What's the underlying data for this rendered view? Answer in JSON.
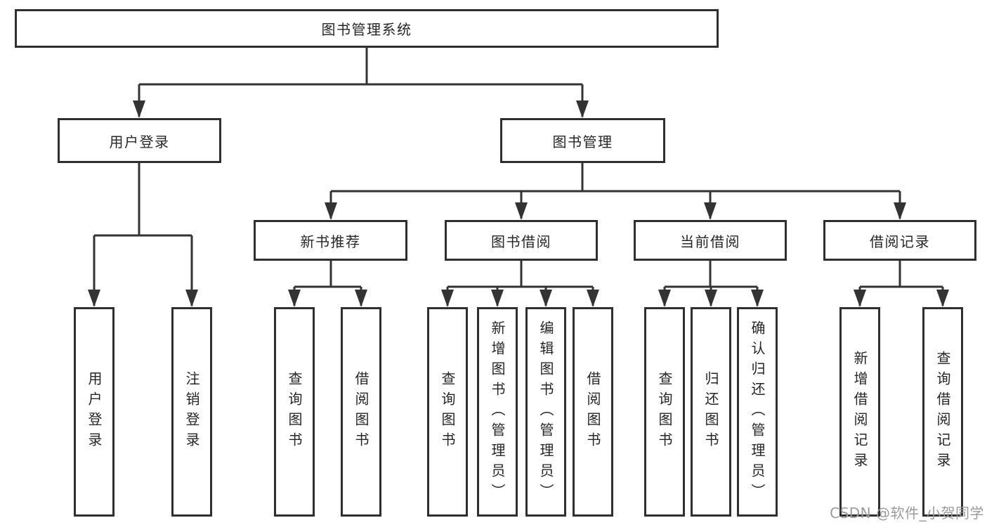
{
  "diagram": {
    "root": {
      "label": "图书管理系统"
    },
    "branches": [
      {
        "label": "用户登录",
        "children": [
          {
            "label": "用户登录"
          },
          {
            "label": "注销登录"
          }
        ]
      },
      {
        "label": "图书管理",
        "children": [
          {
            "label": "新书推荐",
            "children": [
              {
                "label": "查询图书"
              },
              {
                "label": "借阅图书"
              }
            ]
          },
          {
            "label": "图书借阅",
            "children": [
              {
                "label": "查询图书"
              },
              {
                "label": "新增图书（管理员）"
              },
              {
                "label": "编辑图书（管理员）"
              },
              {
                "label": "借阅图书"
              }
            ]
          },
          {
            "label": "当前借阅",
            "children": [
              {
                "label": "查询图书"
              },
              {
                "label": "归还图书"
              },
              {
                "label": "确认归还（管理员）"
              }
            ]
          },
          {
            "label": "借阅记录",
            "children": [
              {
                "label": "新增借阅记录"
              },
              {
                "label": "查询借阅记录"
              }
            ]
          }
        ]
      }
    ]
  },
  "watermark": {
    "text": "CSDN @软件_小贺同学"
  },
  "colors": {
    "line": "#333333",
    "box_border": "#2f2f2f",
    "text": "#262626",
    "background": "#ffffff",
    "watermark": "#9b9b9b"
  }
}
